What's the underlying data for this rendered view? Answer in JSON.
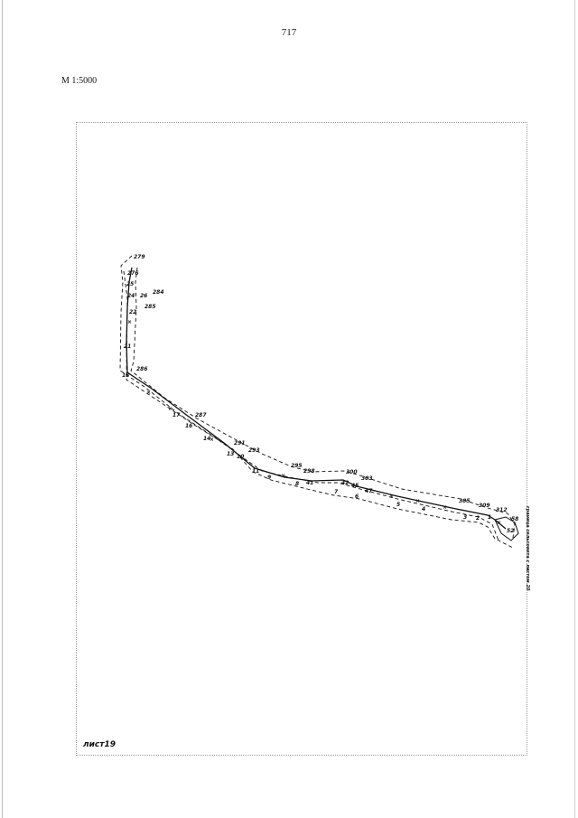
{
  "page_number": "717",
  "scale": "М 1:5000",
  "sheet_label": "лист19",
  "side_note": "граница сельсовета с листом 20",
  "points": {
    "p279": "279",
    "p276": "276",
    "p25": "25",
    "p24": "24",
    "p26": "26",
    "p284": "284",
    "p285": "285",
    "p22": "22",
    "p21": "21",
    "p18": "18",
    "p286": "286",
    "p17": "17",
    "p287": "287",
    "p16": "16",
    "p14": "14",
    "p291": "291",
    "p293": "293",
    "p13": "13",
    "p10": "10",
    "p11": "11",
    "p295": "295",
    "p298": "298",
    "p9": "9",
    "p8": "8",
    "p41": "41",
    "p300": "300",
    "p303": "303",
    "p42": "42",
    "p45": "45",
    "p47": "47",
    "p7": "7",
    "p6": "6",
    "p5": "5",
    "p4": "4",
    "p305": "305",
    "p309": "309",
    "p312": "312",
    "p3": "3",
    "p2": "2",
    "p1": "1",
    "p58": "58",
    "p52": "52"
  }
}
